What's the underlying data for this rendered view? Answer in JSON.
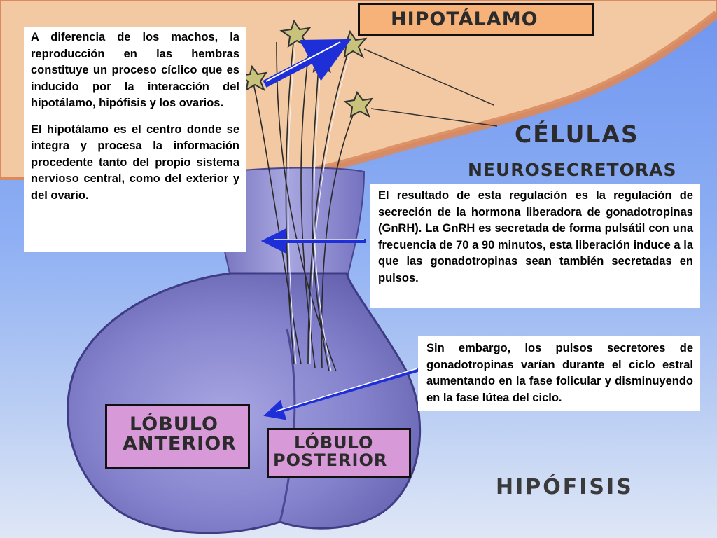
{
  "labels": {
    "hipotalamo": "HIPOTÁLAMO",
    "celulas": "CÉLULAS",
    "neurosecretoras": "NEUROSECRETORAS",
    "lobulo_anterior_1": "LÓBULO",
    "lobulo_anterior_2": "ANTERIOR",
    "lobulo_posterior_1": "LÓBULO",
    "lobulo_posterior_2": "POSTERIOR",
    "hipofisis": "HIPÓFISIS"
  },
  "text_boxes": {
    "left_p1": "A diferencia de los machos, la reproducción en las hembras constituye un proceso cíclico que es inducido por la interacción del hipotálamo, hipófisis y los ovarios.",
    "left_p2": "El hipotálamo es el centro donde se integra y procesa la información procedente tanto del propio sistema nervioso central, como del exterior y del ovario.",
    "right": "El resultado de esta regulación es la regulación de secreción de la hormona liberadora de gonadotropinas (GnRH). La GnRH es secretada de forma pulsátil con una frecuencia de 70 a 90 minutos, esta liberación induce a la que las gonadotropinas sean también secretadas en pulsos.",
    "bottom": "Sin embargo, los pulsos secretores de gonadotropinas varían durante el ciclo estral aumentando en la fase folicular y disminuyendo en la fase lútea del ciclo."
  },
  "colors": {
    "background_top": "#6f95f0",
    "brain_tissue": "#f2c9a2",
    "brain_edge": "#d98a5f",
    "pituitary": "#8d8bd0",
    "lobe_label": "#d899d8",
    "hypothalamus_label": "#f7b27a",
    "arrow_blue": "#1f2fd8"
  },
  "icons": [
    "neuron-icon",
    "arrow-icon"
  ]
}
